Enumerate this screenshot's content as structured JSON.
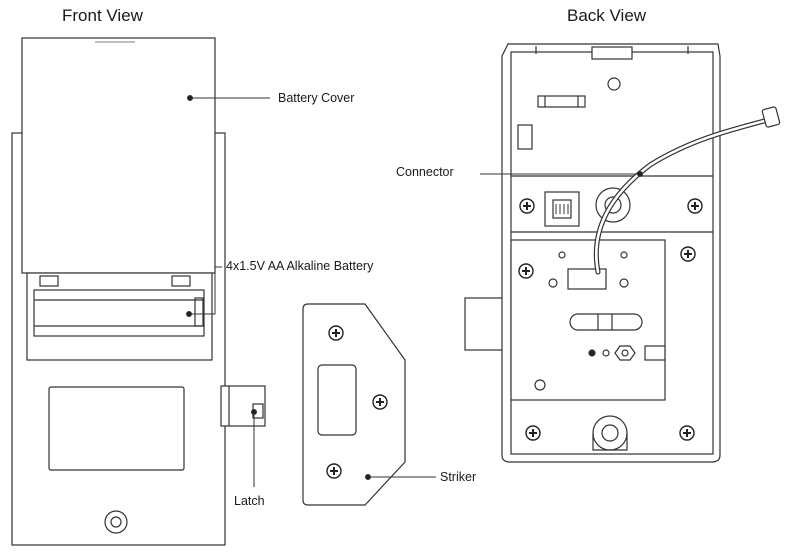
{
  "front_view": {
    "title": "Front View",
    "labels": {
      "battery_cover": "Battery Cover",
      "battery": "4x1.5V AA Alkaline Battery",
      "latch": "Latch"
    }
  },
  "striker": {
    "label": "Striker"
  },
  "back_view": {
    "title": "Back View",
    "labels": {
      "connector": "Connector"
    }
  }
}
